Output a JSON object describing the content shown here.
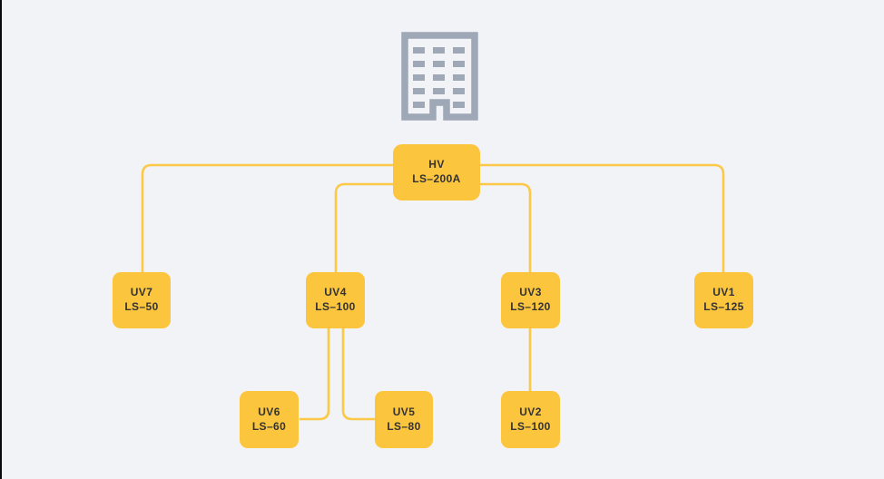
{
  "theme": {
    "background": "#F2F3F7",
    "node_fill": "#FCC53E",
    "wire_color": "#FCC847",
    "text_color": "#333333",
    "building_color": "#9EA8B6"
  },
  "diagram": {
    "root_icon": "building-icon",
    "nodes": [
      {
        "id": "hv",
        "name": "HV",
        "spec": "LS–200A"
      },
      {
        "id": "uv7",
        "name": "UV7",
        "spec": "LS–50"
      },
      {
        "id": "uv4",
        "name": "UV4",
        "spec": "LS–100"
      },
      {
        "id": "uv3",
        "name": "UV3",
        "spec": "LS–120"
      },
      {
        "id": "uv1",
        "name": "UV1",
        "spec": "LS–125"
      },
      {
        "id": "uv6",
        "name": "UV6",
        "spec": "LS–60"
      },
      {
        "id": "uv5",
        "name": "UV5",
        "spec": "LS–80"
      },
      {
        "id": "uv2",
        "name": "UV2",
        "spec": "LS–100"
      }
    ],
    "connections": [
      {
        "from": "HV",
        "to": "UV7"
      },
      {
        "from": "HV",
        "to": "UV4"
      },
      {
        "from": "HV",
        "to": "UV3"
      },
      {
        "from": "HV",
        "to": "UV1"
      },
      {
        "from": "UV4",
        "to": "UV6"
      },
      {
        "from": "UV4",
        "to": "UV5"
      },
      {
        "from": "UV3",
        "to": "UV2"
      }
    ]
  }
}
